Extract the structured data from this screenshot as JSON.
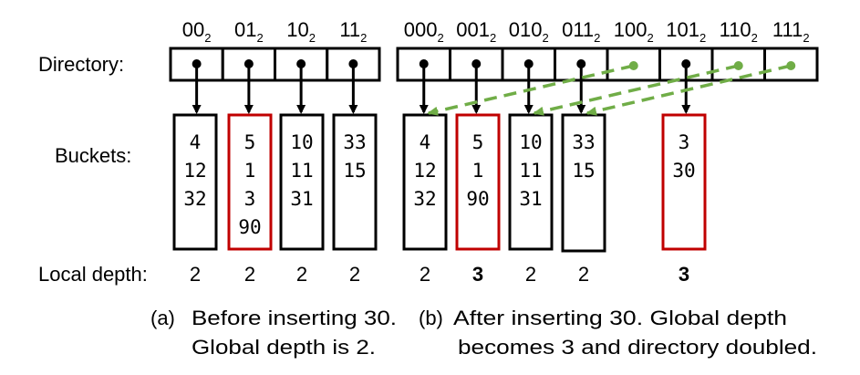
{
  "labels": {
    "directory": "Directory:",
    "buckets": "Buckets:",
    "local_depth": "Local depth:"
  },
  "colors": {
    "normal": "#000000",
    "split": "#c00000",
    "new_pointer": "#70ad47"
  },
  "subscript": "2",
  "before": {
    "directory": [
      "00",
      "01",
      "10",
      "11"
    ],
    "pointers": [
      0,
      1,
      2,
      3
    ],
    "buckets": [
      {
        "values": [
          "4",
          "12",
          "32"
        ],
        "local_depth": "2",
        "split": false
      },
      {
        "values": [
          "5",
          "1",
          "3",
          "90"
        ],
        "local_depth": "2",
        "split": true
      },
      {
        "values": [
          "10",
          "11",
          "31"
        ],
        "local_depth": "2",
        "split": false
      },
      {
        "values": [
          "33",
          "15"
        ],
        "local_depth": "2",
        "split": false
      }
    ]
  },
  "after": {
    "directory": [
      "000",
      "001",
      "010",
      "011",
      "100",
      "101",
      "110",
      "111"
    ],
    "pointers": [
      0,
      1,
      2,
      3,
      0,
      4,
      2,
      3
    ],
    "new_pointers": [
      false,
      false,
      false,
      false,
      true,
      false,
      true,
      true
    ],
    "buckets": [
      {
        "values": [
          "4",
          "12",
          "32"
        ],
        "local_depth": "2",
        "split": false
      },
      {
        "values": [
          "5",
          "1",
          "90"
        ],
        "local_depth": "3",
        "split": true
      },
      {
        "values": [
          "10",
          "11",
          "31"
        ],
        "local_depth": "2",
        "split": false
      },
      {
        "values": [
          "33",
          "15"
        ],
        "local_depth": "2",
        "split": false
      },
      {
        "values": [
          "3",
          "30"
        ],
        "local_depth": "3",
        "split": true
      }
    ]
  },
  "captions": {
    "a_marker": "(a)",
    "a_line1": "Before inserting 30.",
    "a_line2": "Global depth is 2.",
    "b_marker": "(b)",
    "b_line1": "After inserting 30. Global depth",
    "b_line2": "becomes 3 and directory doubled."
  }
}
